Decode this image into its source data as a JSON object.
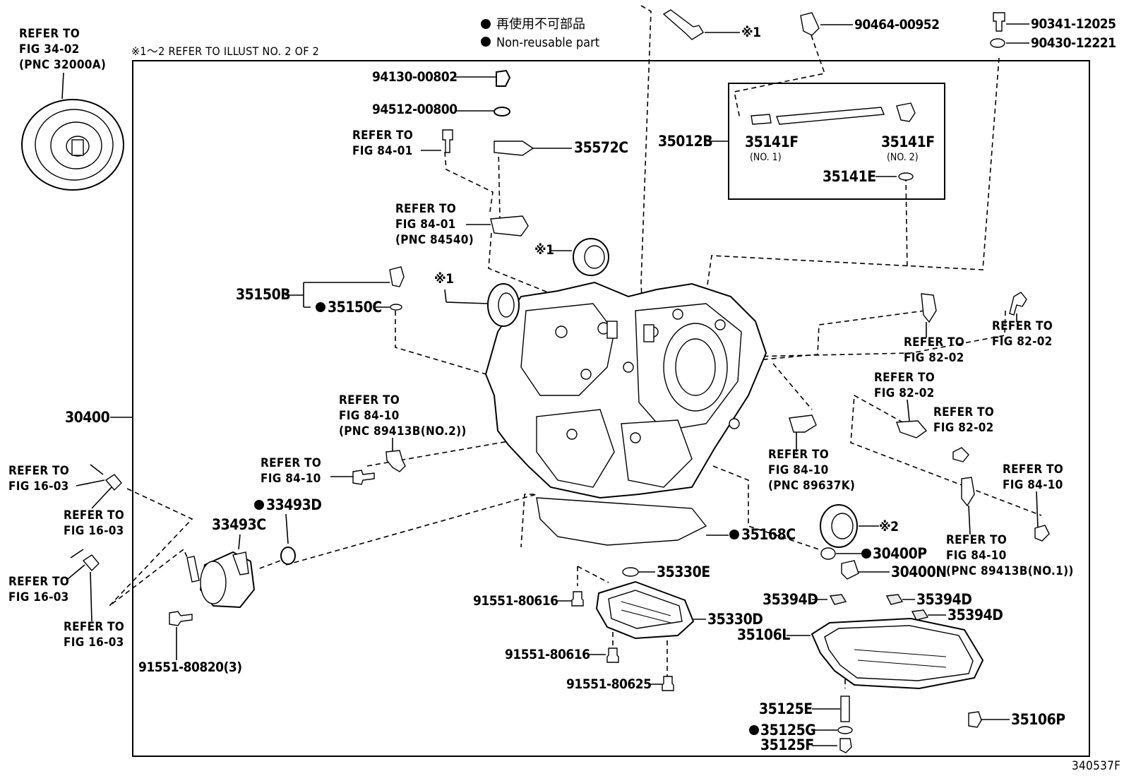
{
  "legend": {
    "non_reusable_ja": "再使用不可部品",
    "non_reusable_en": "Non-reusable part",
    "note": "※1～2 REFER TO ILLUST NO. 2 OF 2"
  },
  "figure_id": "340537F",
  "converter_ref": [
    "REFER TO",
    "FIG 34-02",
    "(PNC 32000A)"
  ],
  "labels": {
    "p30400": "30400",
    "p94130": "94130-00802",
    "p94512": "94512-00800",
    "p35572C": "35572C",
    "p35012B": "35012B",
    "p35141F_1": "35141F",
    "p35141F_1_sub": "(NO. 1)",
    "p35141F_2": "35141F",
    "p35141F_2_sub": "(NO. 2)",
    "p35141E": "35141E",
    "p90464": "90464-00952",
    "p90341": "90341-12025",
    "p90430": "90430-12221",
    "p35150B": "35150B",
    "p35150C": "35150C",
    "p33493D": "33493D",
    "p33493C": "33493C",
    "p91551_820": "91551-80820(3)",
    "p35168C": "35168C",
    "p30400P": "30400P",
    "p30400N": "30400N",
    "p35330E": "35330E",
    "p35330D": "35330D",
    "p91551_616a": "91551-80616",
    "p91551_616b": "91551-80616",
    "p91551_625": "91551-80625",
    "p35394D_a": "35394D",
    "p35394D_b": "35394D",
    "p35394D_c": "35394D",
    "p35106L": "35106L",
    "p35106P": "35106P",
    "p35125E": "35125E",
    "p35125G": "35125G",
    "p35125F": "35125F",
    "mark1": "※1",
    "mark1b": "※1",
    "mark1c": "※1",
    "mark2": "※2"
  },
  "refs": {
    "r84_01_a": [
      "REFER TO",
      "FIG 84-01"
    ],
    "r84_01_b": [
      "REFER TO",
      "FIG 84-01",
      "(PNC 84540)"
    ],
    "r84_10_a": [
      "REFER TO",
      "FIG 84-10",
      "(PNC 89413B(NO.2))"
    ],
    "r84_10_b": [
      "REFER TO",
      "FIG 84-10"
    ],
    "r84_10_c": [
      "REFER TO",
      "FIG 84-10",
      "(PNC 89637K)"
    ],
    "r84_10_d": [
      "REFER TO",
      "FIG 84-10"
    ],
    "r84_10_e": [
      "REFER TO",
      "FIG 84-10",
      "(PNC 89413B(NO.1))"
    ],
    "r82_02_a": [
      "REFER TO",
      "FIG 82-02"
    ],
    "r82_02_b": [
      "REFER TO",
      "FIG 82-02"
    ],
    "r82_02_c": [
      "REFER TO",
      "FIG 82-02"
    ],
    "r82_02_d": [
      "REFER TO",
      "FIG 82-02"
    ],
    "r16_03_a": [
      "REFER TO",
      "FIG 16-03"
    ],
    "r16_03_b": [
      "REFER TO",
      "FIG 16-03"
    ],
    "r16_03_c": [
      "REFER TO",
      "FIG 16-03"
    ],
    "r16_03_d": [
      "REFER TO",
      "FIG 16-03"
    ]
  }
}
